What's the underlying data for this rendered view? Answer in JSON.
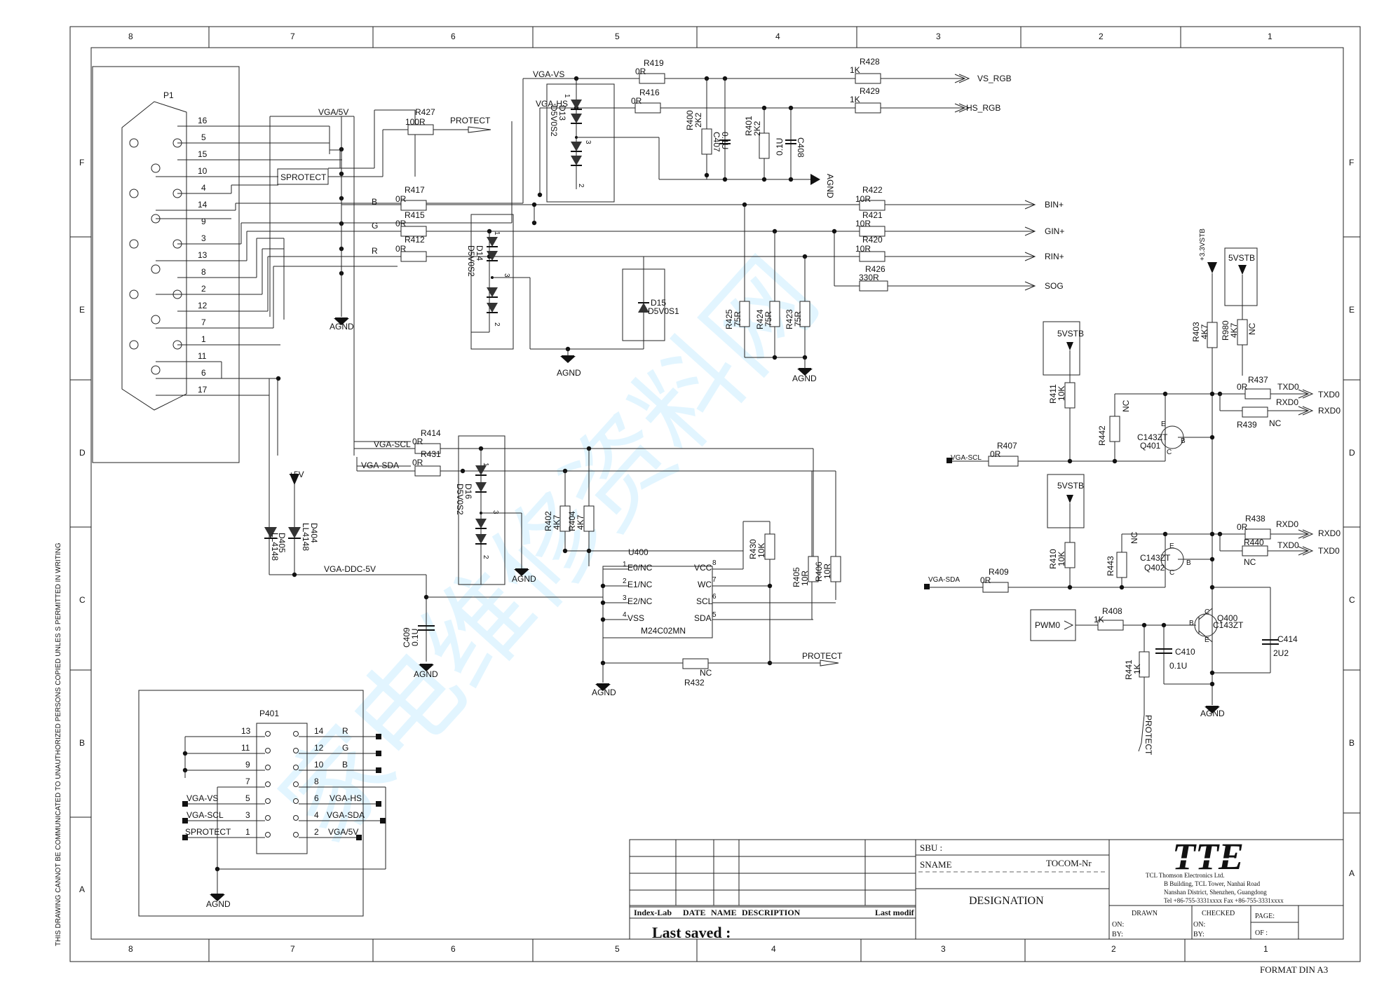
{
  "frame": {
    "columns": [
      "8",
      "7",
      "6",
      "5",
      "4",
      "3",
      "2",
      "1"
    ],
    "rows": [
      "F",
      "E",
      "D",
      "C",
      "B",
      "A"
    ],
    "side_notice": "THIS DRAWING CANNOT BE COMMUNICATED TO UNAUTHORIZED PERSONS COPIED UNLES S PERMITTED IN WRITING",
    "format": "FORMAT DIN A3"
  },
  "watermark": "家电维修资料网",
  "connector_p1": {
    "ref": "P1",
    "pins": [
      "16",
      "5",
      "15",
      "10",
      "4",
      "14",
      "9",
      "3",
      "13",
      "8",
      "2",
      "12",
      "7",
      "1",
      "11",
      "6",
      "17"
    ],
    "sprotect": "SPROTECT"
  },
  "nets": {
    "vga5v": "VGA/5V",
    "vgavs": "VGA-VS",
    "vgahs": "VGA-HS",
    "vgascl": "VGA-SCL",
    "vgasda": "VGA-SDA",
    "ddc5v": "VGA-DDC-5V",
    "p5v": "+5V",
    "p33": "+3.3VSTB",
    "vsrgb": "VS_RGB",
    "hsrgb": "HS_RGB",
    "bin": "BIN+",
    "gin": "GIN+",
    "rin": "RIN+",
    "sog": "SOG",
    "protect": "PROTECT",
    "agnd": "AGND",
    "b": "B",
    "g": "G",
    "r": "R",
    "txd0": "TXD0",
    "rxd0": "RXD0",
    "pwm0": "PWM0",
    "vstb": "5VSTB",
    "nc": "NC"
  },
  "parts": {
    "r419": {
      "ref": "R419",
      "val": "0R"
    },
    "r416": {
      "ref": "R416",
      "val": "0R"
    },
    "r428": {
      "ref": "R428",
      "val": "1K"
    },
    "r429": {
      "ref": "R429",
      "val": "1K"
    },
    "r427": {
      "ref": "R427",
      "val": "100R"
    },
    "r417": {
      "ref": "R417",
      "val": "0R"
    },
    "r415": {
      "ref": "R415",
      "val": "0R"
    },
    "r412": {
      "ref": "R412",
      "val": "0R"
    },
    "r422": {
      "ref": "R422",
      "val": "10R"
    },
    "r421": {
      "ref": "R421",
      "val": "10R"
    },
    "r420": {
      "ref": "R420",
      "val": "10R"
    },
    "r426": {
      "ref": "R426",
      "val": "330R"
    },
    "r400": {
      "ref": "R400",
      "val": "2K2"
    },
    "c407": {
      "ref": "C407",
      "val": "0.1U"
    },
    "r401": {
      "ref": "R401",
      "val": "2K2"
    },
    "c408": {
      "ref": "C408",
      "val": "0.1U"
    },
    "r425": {
      "ref": "R425",
      "val": "75R"
    },
    "r424": {
      "ref": "R424",
      "val": "75R"
    },
    "r423": {
      "ref": "R423",
      "val": "75R"
    },
    "d13": {
      "ref": "D13",
      "val": "D5V0S2"
    },
    "d14": {
      "ref": "D14",
      "val": "D5V0S2"
    },
    "d15": {
      "ref": "D15",
      "val": "D5V0S1"
    },
    "d16": {
      "ref": "D16",
      "val": "D5V0S2"
    },
    "r414": {
      "ref": "R414",
      "val": "0R"
    },
    "r431": {
      "ref": "R431",
      "val": "0R"
    },
    "r402": {
      "ref": "R402",
      "val": "4K7"
    },
    "r404": {
      "ref": "R404",
      "val": "4K7"
    },
    "r430": {
      "ref": "R430",
      "val": "10K"
    },
    "r405": {
      "ref": "R405",
      "val": "10R"
    },
    "r406": {
      "ref": "R406",
      "val": "10R"
    },
    "r432": {
      "ref": "R432",
      "val": "NC"
    },
    "c409": {
      "ref": "C409",
      "val": "0.1U"
    },
    "d405": {
      "ref": "D405",
      "val": "LL4148"
    },
    "d404": {
      "ref": "D404",
      "val": "LL4148"
    },
    "u400": {
      "ref": "U400",
      "val": "M24C02MN",
      "pins_l": [
        "E0/NC",
        "E1/NC",
        "E2/NC",
        "VSS"
      ],
      "pins_r": [
        "VCC",
        "WC",
        "SCL",
        "SDA"
      ],
      "nums_l": [
        "1",
        "2",
        "3",
        "4"
      ],
      "nums_r": [
        "8",
        "7",
        "6",
        "5"
      ]
    },
    "r403": {
      "ref": "R403",
      "val": "4K7"
    },
    "r980": {
      "ref": "R980",
      "val": "4K7"
    },
    "r411": {
      "ref": "R411",
      "val": "10K"
    },
    "r442": {
      "ref": "R442",
      "val": "NC"
    },
    "r407": {
      "ref": "R407",
      "val": "0R"
    },
    "q401": {
      "ref": "Q401",
      "val": "C143ZT"
    },
    "r437": {
      "ref": "R437",
      "val": "0R"
    },
    "r439": {
      "ref": "R439",
      "val": "NC"
    },
    "r410": {
      "ref": "R410",
      "val": "10K"
    },
    "r443": {
      "ref": "R443",
      "val": "NC"
    },
    "r409": {
      "ref": "R409",
      "val": "0R"
    },
    "q402": {
      "ref": "Q402",
      "val": "C143ZT"
    },
    "r438": {
      "ref": "R438",
      "val": "0R"
    },
    "r440": {
      "ref": "R440",
      "val": "NC"
    },
    "r408": {
      "ref": "R408",
      "val": "1K"
    },
    "q400": {
      "ref": "Q400",
      "val": "C143ZT"
    },
    "c410": {
      "ref": "C410",
      "val": "0.1U"
    },
    "r441": {
      "ref": "R441",
      "val": "1K"
    },
    "c414": {
      "ref": "C414",
      "val": "2U2"
    }
  },
  "pin_labels": {
    "ebc": [
      "E",
      "B",
      "C"
    ]
  },
  "diode_pins": [
    "1",
    "2",
    "3"
  ],
  "header_p401": {
    "ref": "P401",
    "left_pins": [
      "13",
      "11",
      "9",
      "7",
      "5",
      "3",
      "1"
    ],
    "right_pins": [
      "14",
      "12",
      "10",
      "8",
      "6",
      "4",
      "2"
    ],
    "left_nets": [
      "VGA-VS",
      "VGA-SCL",
      "SPROTECT"
    ],
    "right_nets": [
      "R",
      "G",
      "B",
      "VGA-HS",
      "VGA-SDA",
      "VGA/5V"
    ]
  },
  "title_block": {
    "sbu": "SBU :",
    "sname": "SNAME",
    "tocom": "TOCOM-Nr",
    "designation": "DESIGNATION",
    "index_lab": "Index-Lab",
    "date": "DATE",
    "name": "NAME",
    "description": "DESCRIPTION",
    "last_modif": "Last modif",
    "last_saved": "Last saved :",
    "logo": "TTE",
    "company": "TCL Thomson Electronics Ltd.",
    "addr1": "B Building, TCL Tower, Nanhai Road",
    "addr2": "Nanshan District, Shenzhen, Guangdong",
    "tel": "Tel +86-755-3331xxxx     Fax +86-755-3331xxxx",
    "drawn": "DRAWN",
    "checked": "CHECKED",
    "page": "PAGE:",
    "on": "ON:",
    "by": "BY:",
    "of": "OF :"
  }
}
